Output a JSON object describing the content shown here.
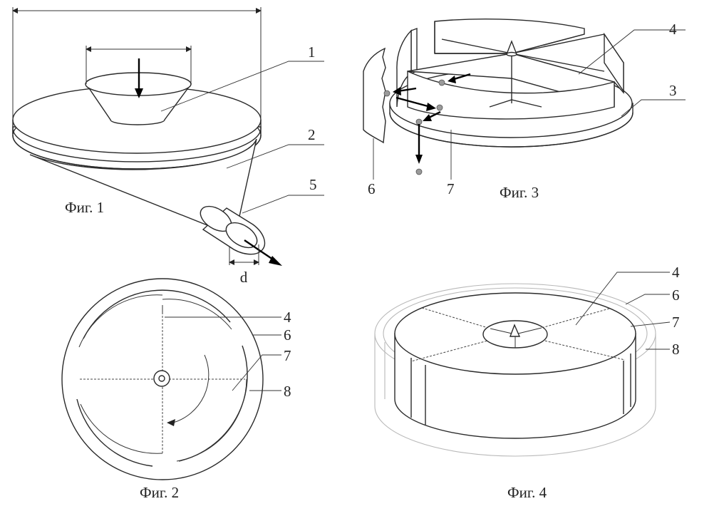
{
  "figures": {
    "fig1": {
      "caption": "Фиг. 1",
      "labels": [
        "1",
        "2",
        "5"
      ],
      "dimension_label": "d"
    },
    "fig2": {
      "caption": "Фиг. 2",
      "labels": [
        "4",
        "6",
        "7",
        "8"
      ]
    },
    "fig3": {
      "caption": "Фиг. 3",
      "labels": [
        "4",
        "3",
        "6",
        "7"
      ]
    },
    "fig4": {
      "caption": "Фиг. 4",
      "labels": [
        "4",
        "6",
        "7",
        "8"
      ]
    }
  }
}
